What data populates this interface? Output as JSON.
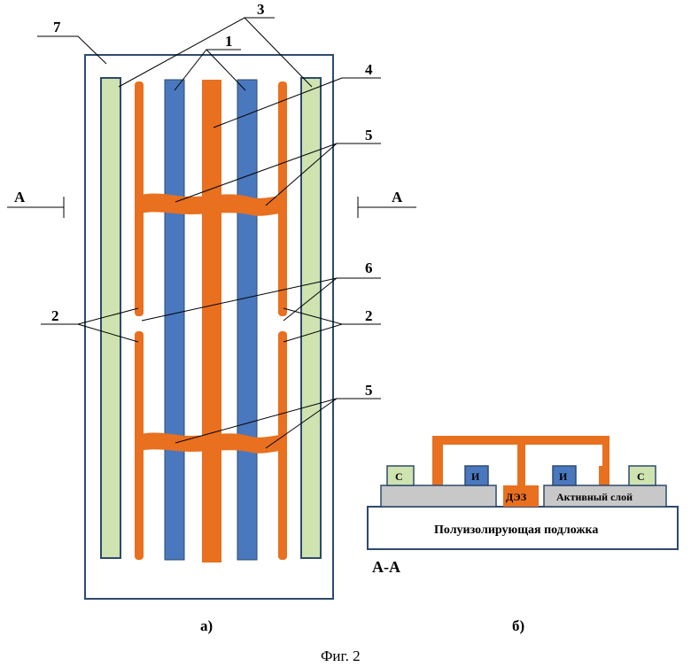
{
  "colors": {
    "orange": "#E8701F",
    "blue": "#4A78BE",
    "green": "#CFE3B0",
    "frame": "#2E4A6E",
    "gray": "#C8C8C8"
  },
  "numbers": {
    "n1": "1",
    "n2_left": "2",
    "n2_right": "2",
    "n3": "3",
    "n4": "4",
    "n5_top": "5",
    "n5_bottom": "5",
    "n6": "6",
    "n7": "7"
  },
  "section": {
    "left": "А",
    "right": "А"
  },
  "cross_section": {
    "c_left": "С",
    "i_left": "И",
    "dez": "ДЭЗ",
    "i_right": "И",
    "c_right": "С",
    "active_layer": "Активный слой",
    "substrate": "Полуизолирующая подложка",
    "section_label": "А-А"
  },
  "captions": {
    "a": "а)",
    "b": "б)",
    "figure": "Фиг. 2"
  }
}
